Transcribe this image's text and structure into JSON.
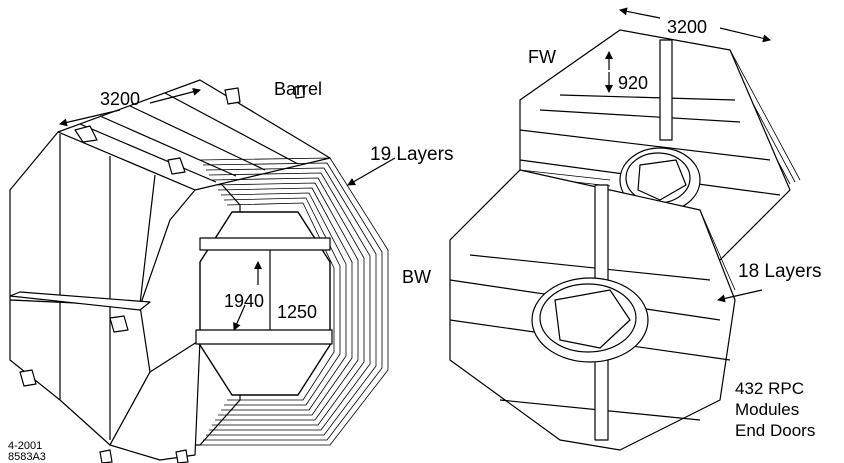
{
  "barrel": {
    "title": "Barrel",
    "length": "3200",
    "layers": "19 Layers",
    "inner_height": "1940",
    "inner_depth": "1250"
  },
  "endcap": {
    "fw_label": "FW",
    "bw_label": "BW",
    "length": "3200",
    "height": "920",
    "layers": "18 Layers",
    "note_line1": "432 RPC",
    "note_line2": "Modules",
    "note_line3": "End Doors"
  },
  "footer": {
    "date": "4-2001",
    "code": "8583A3"
  },
  "colors": {
    "ink": "#000000",
    "panel_fill": "#ffffff",
    "background": "#ffffff"
  }
}
